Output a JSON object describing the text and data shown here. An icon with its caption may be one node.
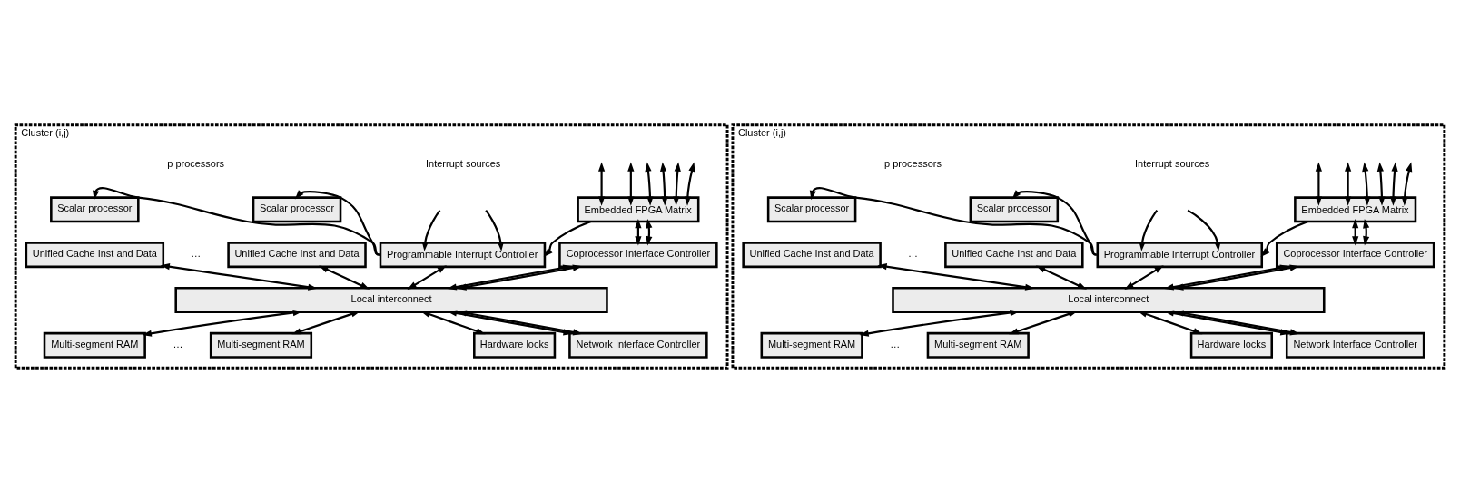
{
  "diagram": {
    "nodes": [
      {
        "text": [
          "Cluster (i,j)"
        ]
      },
      {
        "text": [
          "Scalar processor"
        ],
        "in": 0
      },
      {
        "text": [
          "Unified Cache Inst and Data"
        ],
        "in": 0
      },
      {
        "text": [
          "Scalar processor"
        ],
        "in": 0
      },
      {
        "text": [
          "Unified Cache Inst and Data"
        ],
        "in": 0
      },
      {
        "text": [
          "Programmable Interrupt Controller"
        ],
        "in": 0
      },
      {
        "text": [
          "Embedded FPGA Matrix"
        ],
        "in": 0
      },
      {
        "text": [
          "Coprocessor Interface Controller"
        ],
        "in": 0
      },
      {
        "text": [
          "Local interconnect"
        ],
        "in": 0
      },
      {
        "text": [
          "Multi-segment RAM"
        ],
        "in": 0
      },
      {
        "text": [
          "Multi-segment RAM"
        ],
        "in": 0
      },
      {
        "text": [
          "Hardware locks"
        ],
        "in": 0
      },
      {
        "text": [
          "Network Interface Controller"
        ],
        "in": 0
      },
      {
        "text": [
          "Cluster (i,j)"
        ]
      },
      {
        "text": [
          "Scalar processor"
        ],
        "in": 13
      },
      {
        "text": [
          "Unified Cache Inst and Data"
        ],
        "in": 13
      },
      {
        "text": [
          "Scalar processor"
        ],
        "in": 13
      },
      {
        "text": [
          "Unified Cache Inst and Data"
        ],
        "in": 13
      },
      {
        "text": [
          "Programmable Interrupt Controller"
        ],
        "in": 13
      },
      {
        "text": [
          "Embedded FPGA Matrix"
        ],
        "in": 13
      },
      {
        "text": [
          "Coprocessor Interface Controller"
        ],
        "in": 13
      },
      {
        "text": [
          "Local interconnect"
        ],
        "in": 13
      },
      {
        "text": [
          "Multi-segment RAM"
        ],
        "in": 13
      },
      {
        "text": [
          "Multi-segment RAM"
        ],
        "in": 13
      },
      {
        "text": [
          "Hardware locks"
        ],
        "in": 13
      },
      {
        "text": [
          "Network Interface Controller"
        ],
        "in": 13
      }
    ],
    "edges": [
      {
        "from": null,
        "to": 6,
        "arrow": "both"
      },
      {
        "from": null,
        "to": 6,
        "arrow": "both"
      },
      {
        "from": null,
        "to": 6,
        "arrow": "both"
      },
      {
        "from": null,
        "to": 6,
        "arrow": "both"
      },
      {
        "from": null,
        "to": 6,
        "arrow": "both"
      },
      {
        "from": null,
        "to": 6,
        "arrow": "both"
      },
      {
        "from": 5,
        "to": 1,
        "arrow": "to"
      },
      {
        "from": 5,
        "to": 3,
        "arrow": "to"
      },
      {
        "from": null,
        "to": 5,
        "arrow": "to"
      },
      {
        "from": null,
        "to": 5,
        "arrow": "to"
      },
      {
        "from": 6,
        "to": 5,
        "arrow": "to"
      },
      {
        "from": 6,
        "to": 7,
        "arrow": "both"
      },
      {
        "from": 6,
        "to": 7,
        "arrow": "both"
      },
      {
        "from": 2,
        "to": 8,
        "arrow": "both"
      },
      {
        "from": 4,
        "to": 8,
        "arrow": "both"
      },
      {
        "from": 5,
        "to": 8,
        "arrow": "both"
      },
      {
        "from": 7,
        "to": 8,
        "arrow": "both"
      },
      {
        "from": 7,
        "to": 8,
        "arrow": "both"
      },
      {
        "from": 8,
        "to": 9,
        "arrow": "both"
      },
      {
        "from": 8,
        "to": 10,
        "arrow": "both"
      },
      {
        "from": 8,
        "to": 11,
        "arrow": "both"
      },
      {
        "from": 8,
        "to": 12,
        "arrow": "both"
      },
      {
        "from": 8,
        "to": 12,
        "arrow": "both"
      },
      {
        "from": null,
        "to": 19,
        "arrow": "both"
      },
      {
        "from": null,
        "to": 19,
        "arrow": "both"
      },
      {
        "from": null,
        "to": 19,
        "arrow": "both"
      },
      {
        "from": null,
        "to": 19,
        "arrow": "both"
      },
      {
        "from": null,
        "to": 19,
        "arrow": "both"
      },
      {
        "from": null,
        "to": 19,
        "arrow": "both"
      },
      {
        "from": 18,
        "to": 14,
        "arrow": "to"
      },
      {
        "from": 18,
        "to": 16,
        "arrow": "to"
      },
      {
        "from": null,
        "to": 18,
        "arrow": "to"
      },
      {
        "from": null,
        "to": 18,
        "arrow": "to"
      },
      {
        "from": 19,
        "to": 18,
        "arrow": "to"
      },
      {
        "from": 19,
        "to": 20,
        "arrow": "both"
      },
      {
        "from": 19,
        "to": 20,
        "arrow": "both"
      },
      {
        "from": 15,
        "to": 21,
        "arrow": "both"
      },
      {
        "from": 17,
        "to": 21,
        "arrow": "both"
      },
      {
        "from": 18,
        "to": 21,
        "arrow": "both"
      },
      {
        "from": 20,
        "to": 21,
        "arrow": "both"
      },
      {
        "from": 20,
        "to": 21,
        "arrow": "both"
      },
      {
        "from": 21,
        "to": 22,
        "arrow": "both"
      },
      {
        "from": 21,
        "to": 23,
        "arrow": "both"
      },
      {
        "from": 21,
        "to": 24,
        "arrow": "both"
      },
      {
        "from": 21,
        "to": 25,
        "arrow": "both"
      },
      {
        "from": 21,
        "to": 25,
        "arrow": "both"
      }
    ],
    "labels": [
      "p processors",
      "Interrupt sources",
      "…",
      "…",
      "p processors",
      "Interrupt sources",
      "…",
      "…"
    ]
  }
}
